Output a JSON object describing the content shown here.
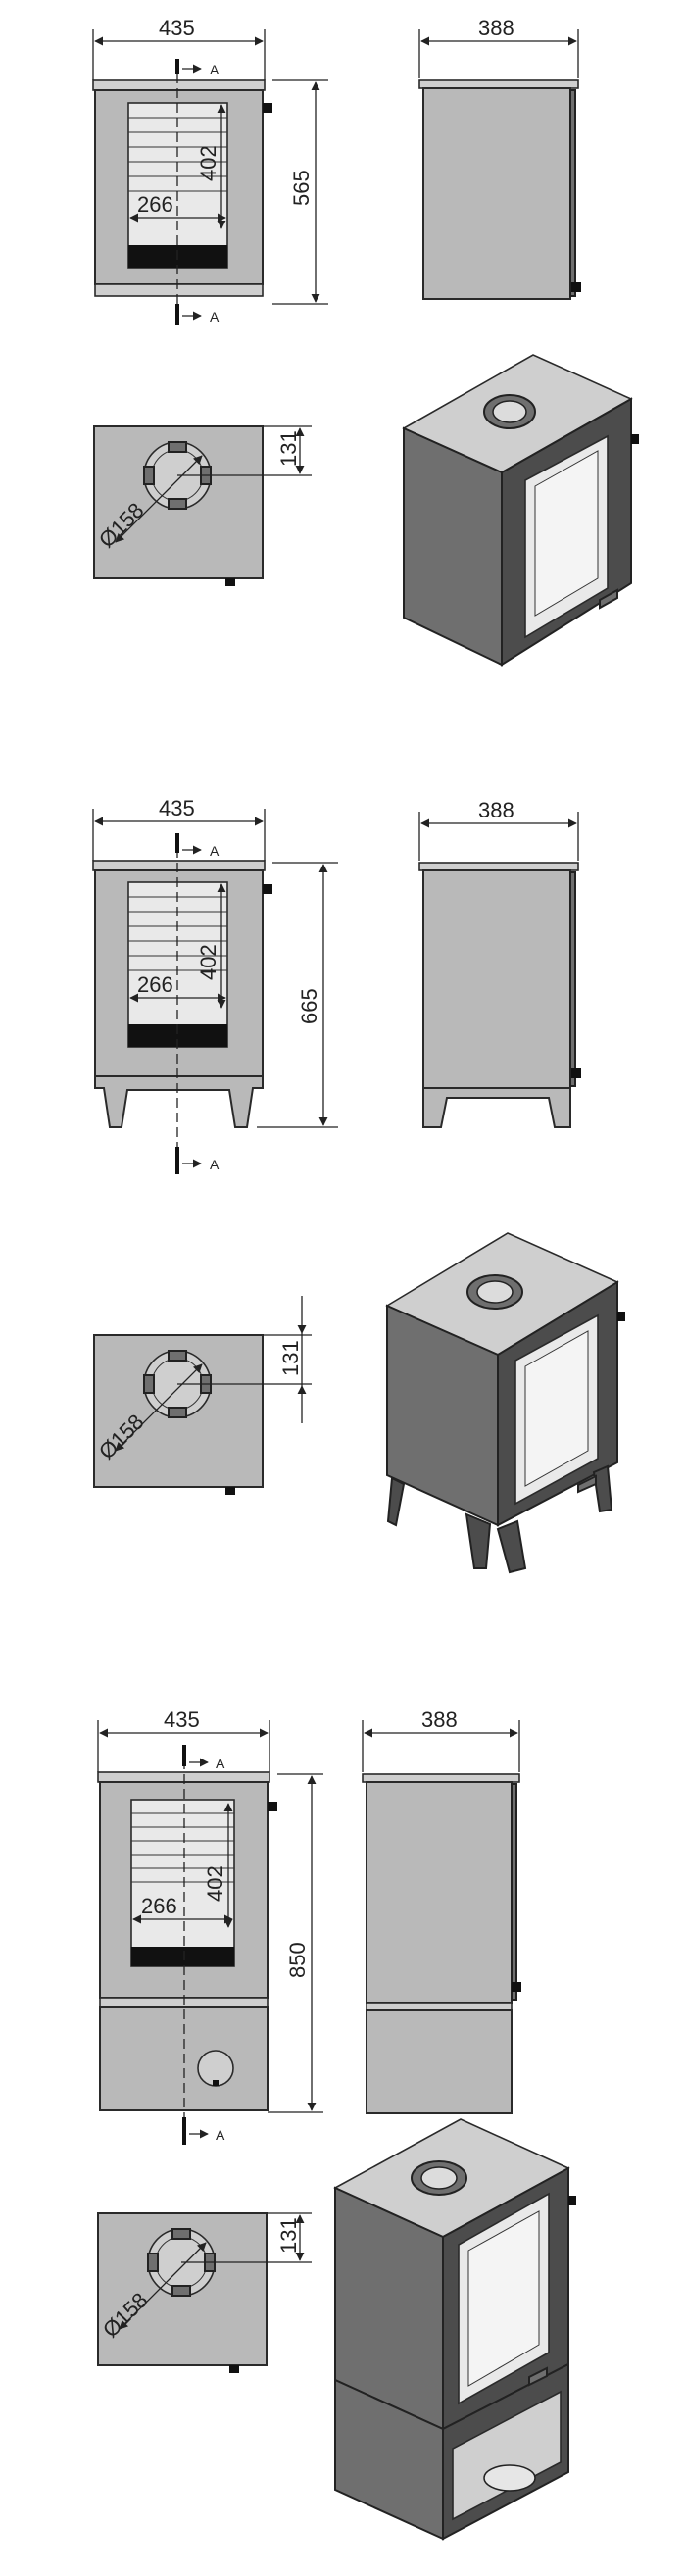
{
  "models": [
    {
      "width": "435",
      "depth": "388",
      "height": "565",
      "glass_height": "402",
      "glass_width": "266",
      "flue_diameter": "Ø158",
      "flue_offset": "131",
      "section_label_top": "A",
      "section_label_bottom": "A"
    },
    {
      "width": "435",
      "depth": "388",
      "height": "665",
      "glass_height": "402",
      "glass_width": "266",
      "flue_diameter": "Ø158",
      "flue_offset": "131",
      "section_label_top": "A",
      "section_label_bottom": "A"
    },
    {
      "width": "435",
      "depth": "388",
      "height": "850",
      "glass_height": "402",
      "glass_width": "266",
      "flue_diameter": "Ø158",
      "flue_offset": "131",
      "section_label_top": "A",
      "section_label_bottom": "A"
    }
  ]
}
